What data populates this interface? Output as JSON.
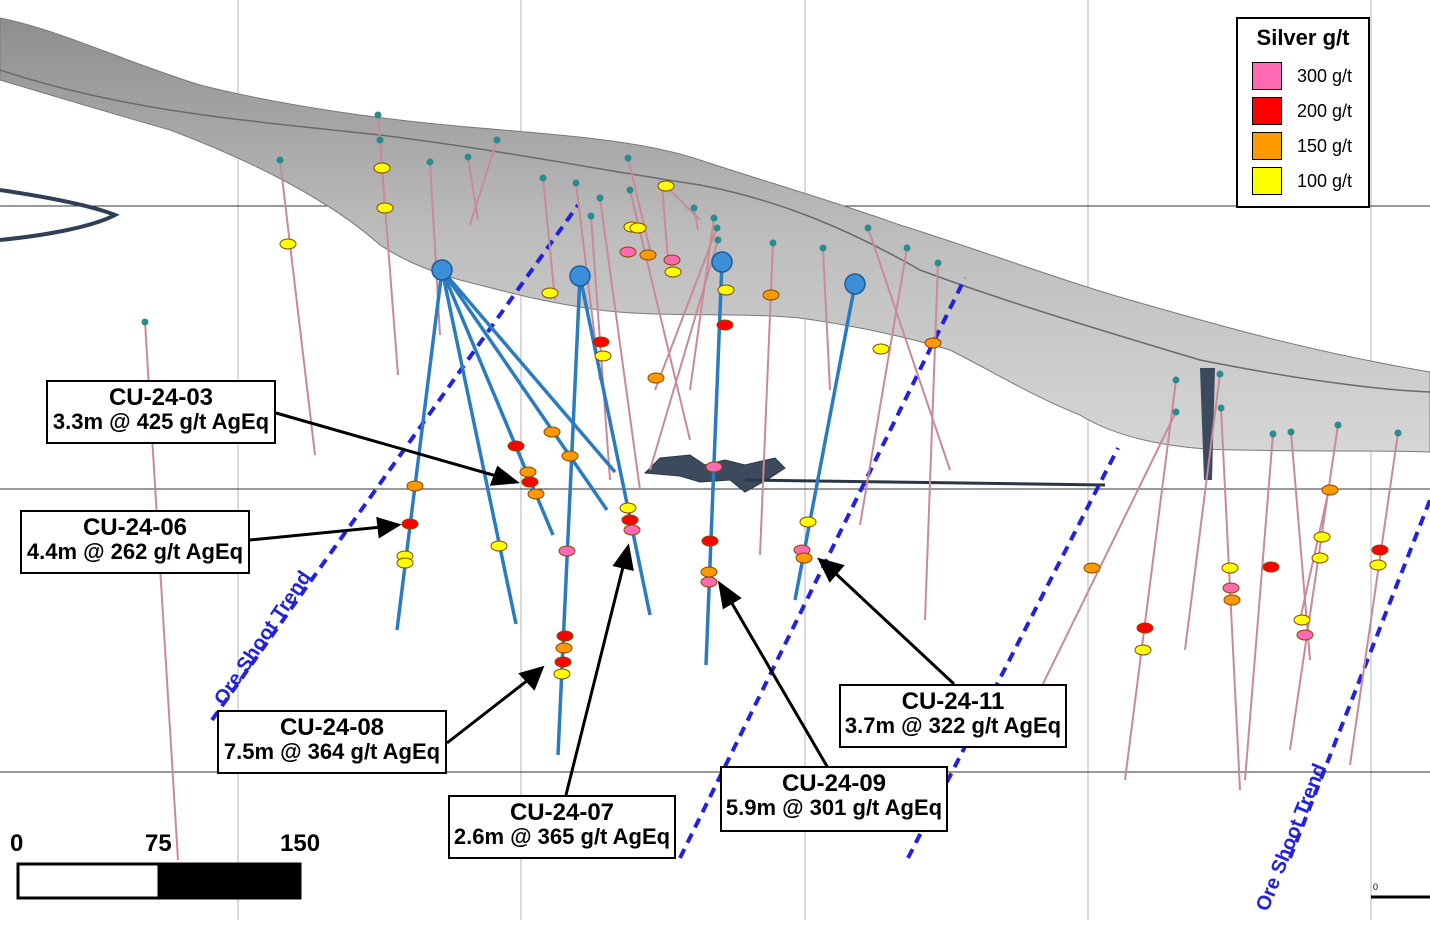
{
  "legend": {
    "title": "Silver g/t",
    "items": [
      {
        "label": "300 g/t",
        "color": "#ff69b4"
      },
      {
        "label": "200 g/t",
        "color": "#ff0000"
      },
      {
        "label": "150 g/t",
        "color": "#ff9900"
      },
      {
        "label": "100 g/t",
        "color": "#ffff00"
      }
    ]
  },
  "callouts": [
    {
      "hole": "CU-24-03",
      "grade": "3.3m @ 425 g/t AgEq"
    },
    {
      "hole": "CU-24-06",
      "grade": "4.4m @ 262 g/t AgEq"
    },
    {
      "hole": "CU-24-08",
      "grade": "7.5m @ 364 g/t AgEq"
    },
    {
      "hole": "CU-24-07",
      "grade": "2.6m @ 365 g/t AgEq"
    },
    {
      "hole": "CU-24-09",
      "grade": "5.9m @ 301 g/t AgEq"
    },
    {
      "hole": "CU-24-11",
      "grade": "3.7m @ 322 g/t AgEq"
    }
  ],
  "trend_labels": [
    "Ore Shoot Trend",
    "Ore Shoot Trend"
  ],
  "scale_bar": {
    "labels": [
      "0",
      "75",
      "150"
    ]
  },
  "corner_label": "0",
  "colors": {
    "trend": "#2222dd",
    "drillhole": "#2a7bbf",
    "surface": "#a9a9a9",
    "vein": "#3b4a5c"
  }
}
